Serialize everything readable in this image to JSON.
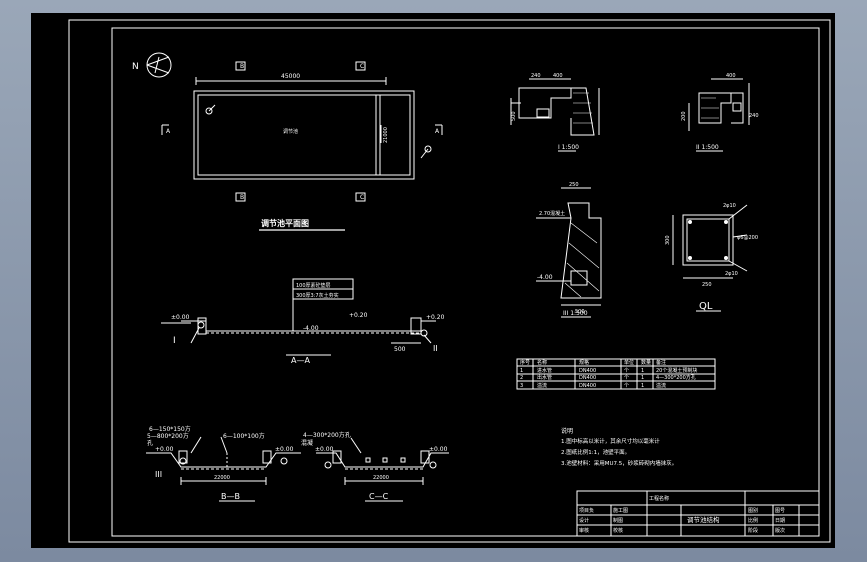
{
  "plan": {
    "title": "调节池平面图",
    "pool_label": "调节池",
    "dim_length": "45000",
    "dim_width": "21000",
    "cut_b": "B",
    "cut_c": "C",
    "cut_a": "A",
    "north": "N"
  },
  "section_aa": {
    "title": "A—A",
    "note_line1": "100厚素砼垫层",
    "note_line2": "300厚3:7灰土夯实",
    "elev_left": "±0.00",
    "elev_mid": "+0.20",
    "elev_right": "+0.20",
    "elev_bottom": "-4.00",
    "dim_right": "500",
    "mark_i": "I",
    "mark_ii": "II"
  },
  "section_bb": {
    "title": "B—B",
    "label1": "6—150*150方",
    "label2": "5—800*200方",
    "label2b": "孔",
    "label3": "6—100*100方",
    "elev_left": "+0.00",
    "elev_right": "±0.00",
    "dim": "22000",
    "mark": "III"
  },
  "section_cc": {
    "title": "C—C",
    "label1": "4—300*200方孔",
    "label1b": "混凝",
    "elev_left": "±0.00",
    "elev_right": "±0.00",
    "dim": "22000"
  },
  "detail_i": {
    "label": "I 1:500",
    "dim1": "240",
    "dim2": "400",
    "dim3": "500"
  },
  "detail_ii": {
    "label": "II 1:500",
    "dim1": "400",
    "dim2": "240",
    "dim3": "200"
  },
  "detail_iii": {
    "label": "III 1:500",
    "top": "250",
    "bottom": "500",
    "elev": "-4.00",
    "note": "2.70混凝土"
  },
  "detail_ql": {
    "label": "QL",
    "dim_top": "250",
    "dim_side": "300",
    "bar_top": "2φ10",
    "bar_bottom": "2φ10",
    "stirrup": "φ6@200"
  },
  "table": {
    "headers": [
      "序号",
      "名称",
      "规格",
      "单位",
      "数量",
      "备注"
    ],
    "rows": [
      [
        "1",
        "进水管",
        "DN400",
        "个",
        "1",
        "20个混凝土预制块"
      ],
      [
        "2",
        "出水管",
        "DN400",
        "个",
        "1",
        "4—300*200方孔"
      ],
      [
        "3",
        "溢流",
        "DN400",
        "个",
        "1",
        "溢流"
      ]
    ]
  },
  "notes": {
    "title": "说明",
    "items": [
      "1.图中标高以米计，其余尺寸均以毫米计",
      "2.图纸比例1:1，池壁平面。",
      "3.池壁材料：采用MU7.5，砂浆砖砌内墙抹灰。"
    ]
  },
  "title_block": {
    "project": "工程名称",
    "drawing_title": "调节池结构",
    "left_cells": [
      "项目负",
      "施工图",
      "设计",
      "制图",
      "审核",
      "校核"
    ],
    "right_cells": [
      "图别",
      "图号",
      "比例",
      "日期",
      "阶段",
      "版次"
    ]
  }
}
